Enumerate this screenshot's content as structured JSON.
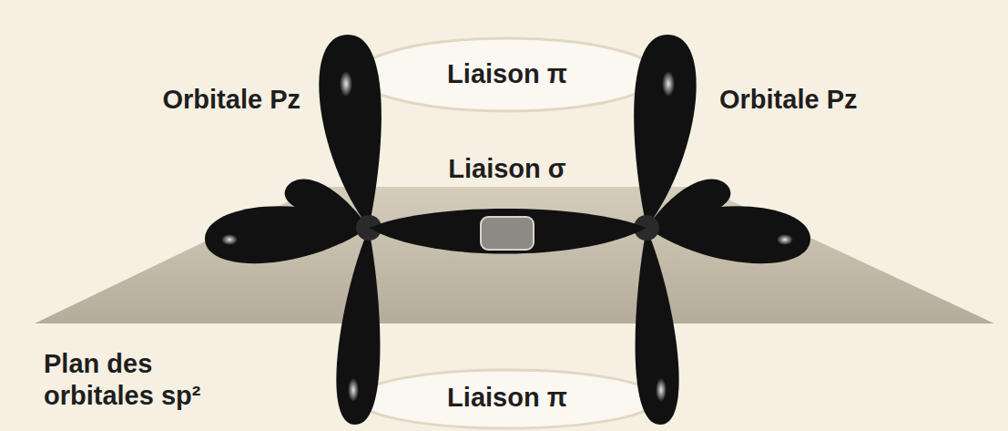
{
  "diagram": {
    "labels": [
      "Orbitale Pz",
      "Liaison π",
      "Orbitale Pz",
      "Liaison σ",
      "Plan des orbitales sp²",
      "Liaison π"
    ]
  }
}
